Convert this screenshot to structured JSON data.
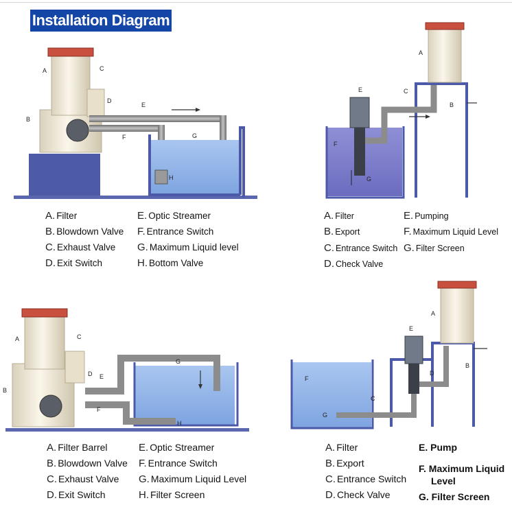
{
  "title": "Installation Diagram",
  "colors": {
    "title_bg": "#1346a6",
    "water": "#8fb3e8",
    "frame": "#4b59a8",
    "pipe": "#8c8c8c",
    "filter_body": "#f1ead8",
    "cap": "#c44b3c"
  },
  "panel_tl": {
    "legend_col1": [
      {
        "key": "A",
        "text": "Filter"
      },
      {
        "key": "B",
        "text": "Blowdown Valve"
      },
      {
        "key": "C",
        "text": "Exhaust Valve"
      },
      {
        "key": "D",
        "text": "Exit Switch"
      }
    ],
    "legend_col2": [
      {
        "key": "E",
        "text": "Optic Streamer"
      },
      {
        "key": "F",
        "text": "Entrance Switch"
      },
      {
        "key": "G",
        "text": "Maximum Liquid level"
      },
      {
        "key": "H",
        "text": "Bottom Valve"
      }
    ],
    "markers": [
      "A",
      "B",
      "C",
      "D",
      "E",
      "F",
      "G",
      "H"
    ]
  },
  "panel_tr": {
    "legend_col1": [
      {
        "key": "A",
        "text": "Filter"
      },
      {
        "key": "B",
        "text": "Export"
      },
      {
        "key": "C",
        "text": "Entrance Switch"
      },
      {
        "key": "D",
        "text": "Check Valve"
      }
    ],
    "legend_col2": [
      {
        "key": "E",
        "text": "Pumping"
      },
      {
        "key": "F",
        "text": "Maximum Liquid Level"
      },
      {
        "key": "G",
        "text": "Filter Screen"
      }
    ],
    "markers": [
      "A",
      "B",
      "C",
      "E",
      "F",
      "G"
    ]
  },
  "panel_bl": {
    "legend_col1": [
      {
        "key": "A",
        "text": "Filter Barrel"
      },
      {
        "key": "B",
        "text": "Blowdown Valve"
      },
      {
        "key": "C",
        "text": "Exhaust Valve"
      },
      {
        "key": "D",
        "text": "Exit Switch"
      }
    ],
    "legend_col2": [
      {
        "key": "E",
        "text": "Optic Streamer"
      },
      {
        "key": "F",
        "text": "Entrance Switch"
      },
      {
        "key": "G",
        "text": "Maximum Liquid Level"
      },
      {
        "key": "H",
        "text": "Filter Screen"
      }
    ],
    "markers": [
      "A",
      "B",
      "C",
      "D",
      "E",
      "F",
      "G",
      "H"
    ]
  },
  "panel_br": {
    "legend_col1": [
      {
        "key": "A",
        "text": "Filter"
      },
      {
        "key": "B",
        "text": "Export"
      },
      {
        "key": "C",
        "text": "Entrance Switch"
      },
      {
        "key": "D",
        "text": "Check Valve"
      }
    ],
    "legend_col2": [
      {
        "key": "E.",
        "text": "Pump"
      },
      {
        "key": "F.",
        "text": "Maximum Liquid"
      },
      {
        "key": "",
        "text": "Level"
      },
      {
        "key": "G.",
        "text": "Filter Screen"
      }
    ],
    "markers": [
      "A",
      "B",
      "C",
      "D",
      "E",
      "F",
      "G"
    ]
  }
}
